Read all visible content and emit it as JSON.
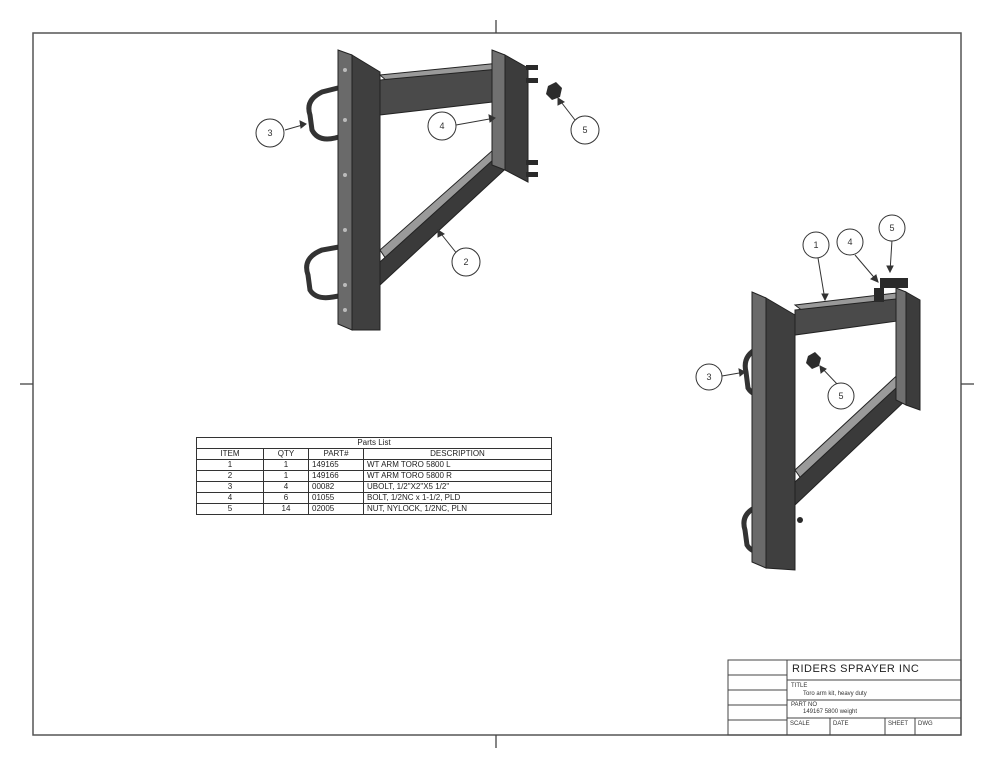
{
  "parts_list": {
    "title": "Parts List",
    "headers": [
      "ITEM",
      "QTY",
      "PART#",
      "DESCRIPTION"
    ],
    "rows": [
      [
        "1",
        "1",
        "149165",
        "WT ARM TORO 5800 L"
      ],
      [
        "2",
        "1",
        "149166",
        "WT ARM TORO 5800 R"
      ],
      [
        "3",
        "4",
        "00082",
        "UBOLT, 1/2\"X2\"X5 1/2\""
      ],
      [
        "4",
        "6",
        "01055",
        "BOLT, 1/2NC x 1-1/2, PLD"
      ],
      [
        "5",
        "14",
        "02005",
        "NUT, NYLOCK, 1/2NC, PLN"
      ]
    ]
  },
  "balloons_left": [
    "3",
    "4",
    "5",
    "2"
  ],
  "balloons_right": [
    "1",
    "4",
    "5",
    "3",
    "5"
  ],
  "title_block": {
    "company": "RIDERS SPRAYER INC",
    "title_label": "TITLE",
    "title_value": "Toro arm kit, heavy duty",
    "part_label": "PART NO",
    "part_value": "149167 5800 weight",
    "small_labels": [
      "SCALE",
      "DATE",
      "SHEET",
      "DWG"
    ]
  }
}
